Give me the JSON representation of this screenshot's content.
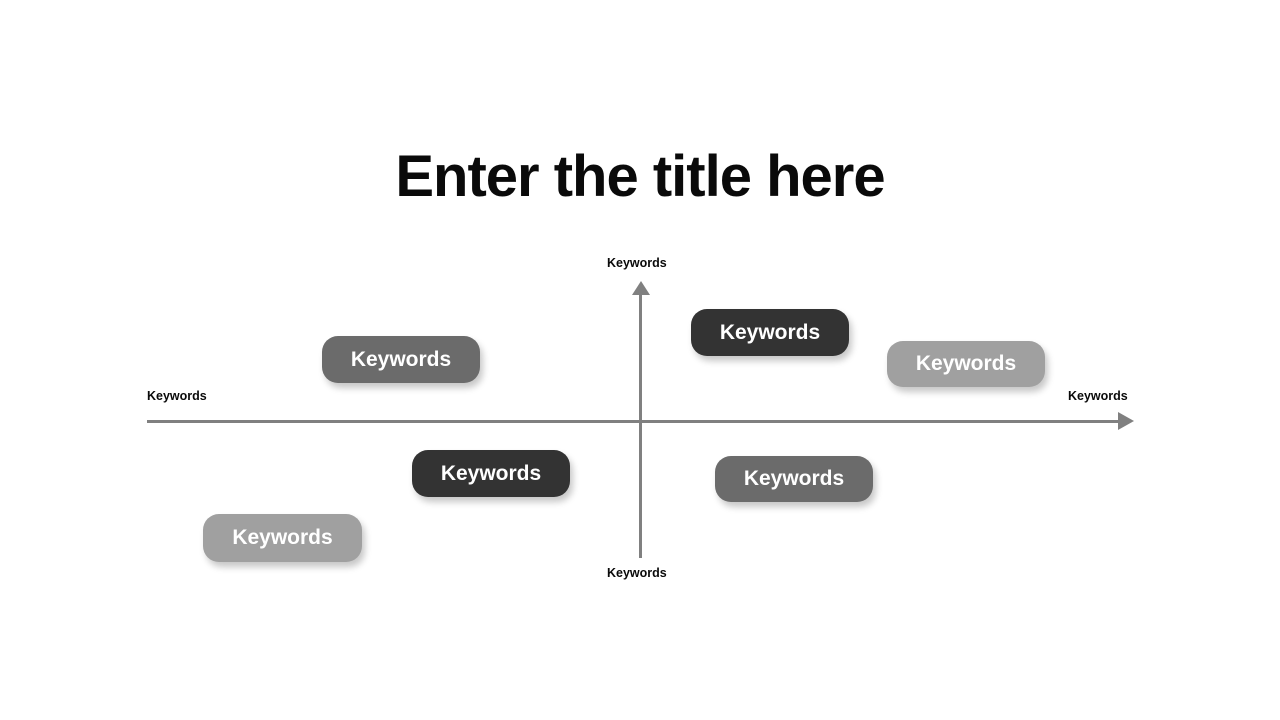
{
  "slide": {
    "title": "Enter the title here",
    "background_color": "#ffffff"
  },
  "chart_data": {
    "type": "scatter",
    "title": "Enter the title here",
    "subtitle": "",
    "xlabel": "Keywords",
    "ylabel": "Keywords",
    "grid": false,
    "legend": "none",
    "axis_color": "#808080",
    "axis_labels": {
      "top": "Keywords",
      "bottom": "Keywords",
      "left": "Keywords",
      "right": "Keywords"
    },
    "origin": {
      "x": 640,
      "y": 421
    },
    "xlim": [
      147,
      1133
    ],
    "ylim": [
      283,
      558
    ],
    "categories": [
      "Keywords",
      "Keywords",
      "Keywords",
      "Keywords",
      "Keywords",
      "Keywords"
    ],
    "points": [
      {
        "label": "Keywords",
        "quadrant": "upper-left",
        "x": -239,
        "y": 62,
        "tone": "mid",
        "color": "#6b6b6b"
      },
      {
        "label": "Keywords",
        "quadrant": "upper-right",
        "x": 130,
        "y": 89,
        "tone": "dark",
        "color": "#333333"
      },
      {
        "label": "Keywords",
        "quadrant": "upper-right",
        "x": 326,
        "y": 57,
        "tone": "light",
        "color": "#a0a0a0"
      },
      {
        "label": "Keywords",
        "quadrant": "lower-left",
        "x": -149,
        "y": -53,
        "tone": "dark",
        "color": "#333333"
      },
      {
        "label": "Keywords",
        "quadrant": "lower-left",
        "x": -358,
        "y": -117,
        "tone": "light",
        "color": "#a0a0a0"
      },
      {
        "label": "Keywords",
        "quadrant": "lower-right",
        "x": 154,
        "y": -58,
        "tone": "mid",
        "color": "#6b6b6b"
      }
    ]
  },
  "pills": [
    {
      "label": "Keywords"
    },
    {
      "label": "Keywords"
    },
    {
      "label": "Keywords"
    },
    {
      "label": "Keywords"
    },
    {
      "label": "Keywords"
    },
    {
      "label": "Keywords"
    }
  ]
}
